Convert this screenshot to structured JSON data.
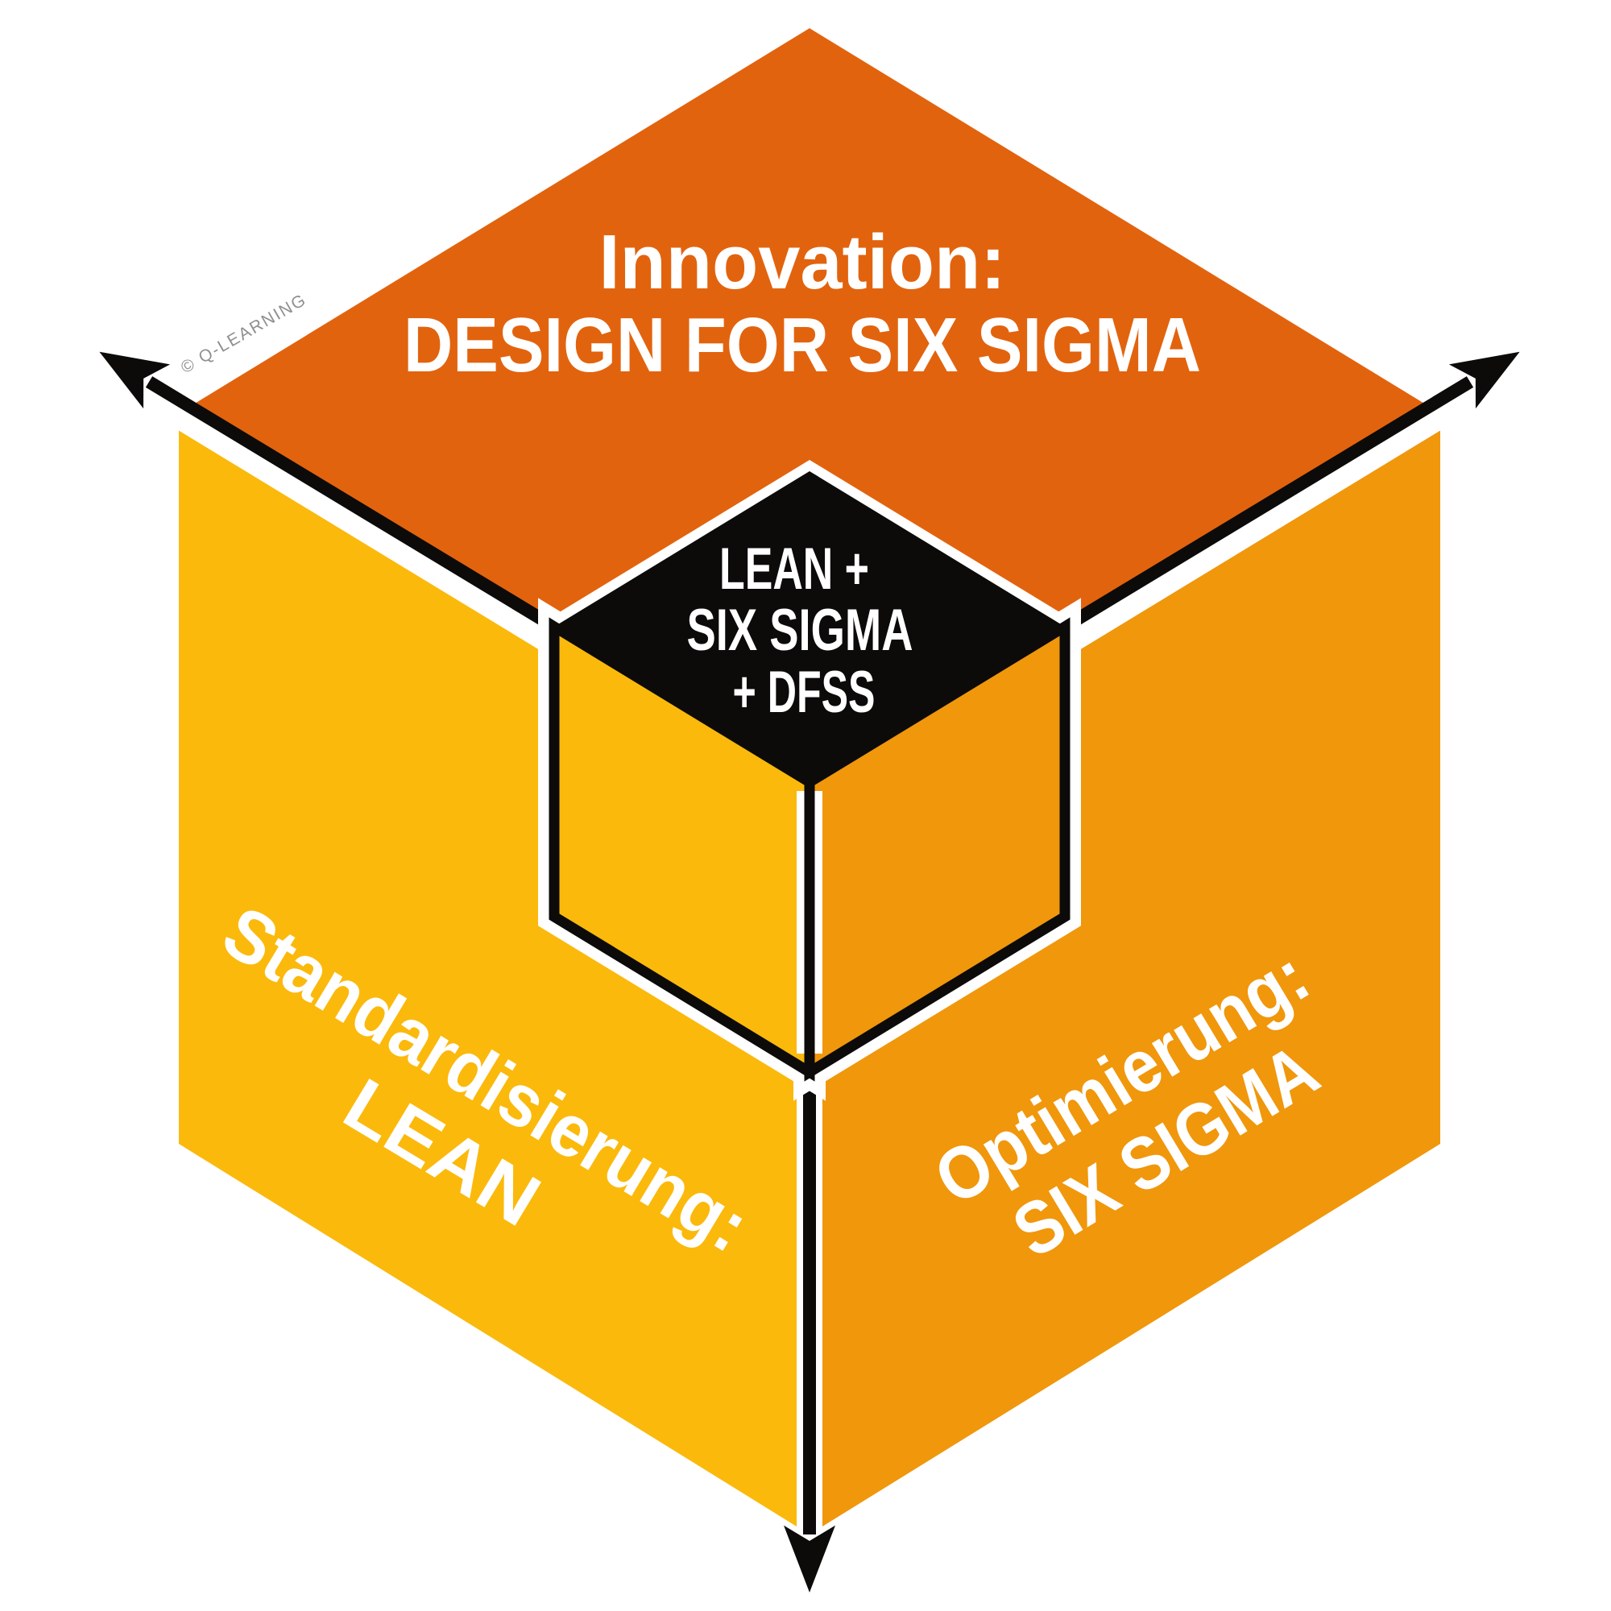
{
  "watermark": "© Q-LEARNING",
  "faces": {
    "top": {
      "line1": "Innovation:",
      "line2": "DESIGN FOR SIX SIGMA",
      "color": "#e2630e"
    },
    "left": {
      "line1": "Standardisierung:",
      "line2": "LEAN",
      "color": "#fbb90c"
    },
    "right": {
      "line1": "Optimierung:",
      "line2": "SIX SIGMA",
      "color": "#f0970c"
    }
  },
  "center_cube": {
    "line1": "LEAN +",
    "line2": "SIX SIGMA",
    "line3": "+ DFSS",
    "color": "#0c0b09"
  },
  "colors": {
    "background": "#ffffff",
    "label_text": "#ffffff",
    "edge_and_arrow": "#0c0b09",
    "watermark_gray": "#8f8f8f"
  }
}
